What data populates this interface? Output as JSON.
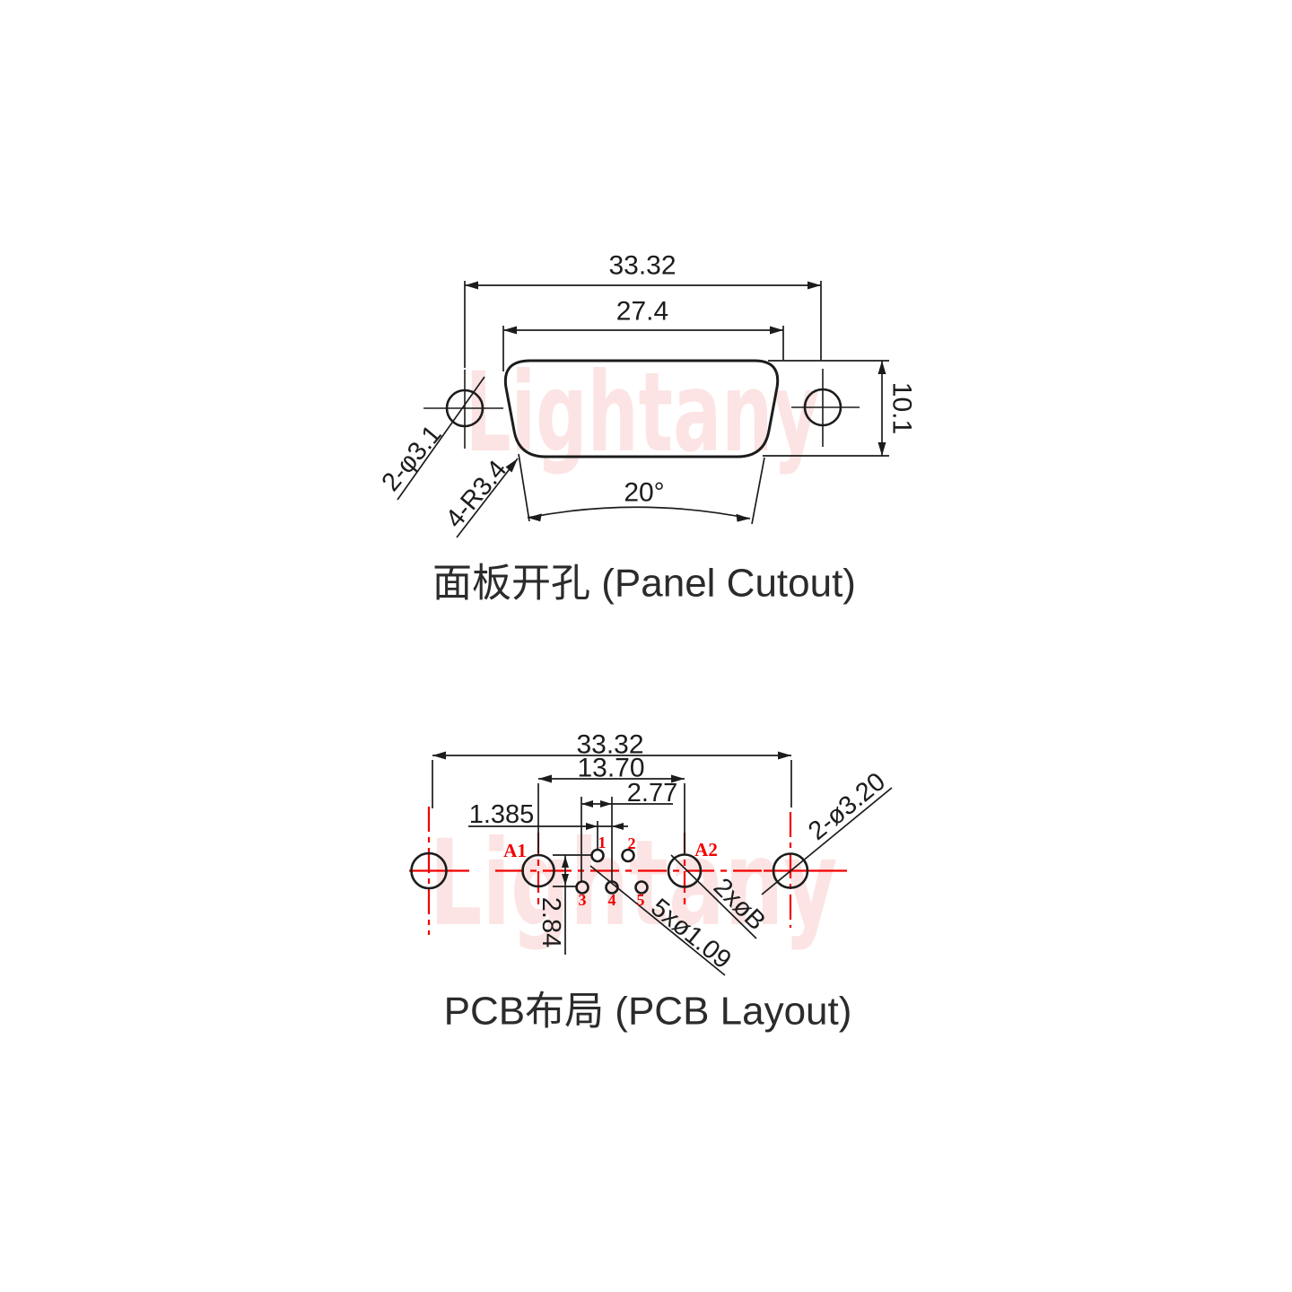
{
  "watermark": {
    "text": "Lightany"
  },
  "panel_cutout": {
    "title": "面板开孔 (Panel Cutout)",
    "dim_overall_width": "33.32",
    "dim_cutout_width": "27.4",
    "dim_flange_height": "10.1",
    "dim_side_angle": "20°",
    "label_mount_holes": "2-φ3.1",
    "label_corner_radius": "4-R3.4"
  },
  "pcb_layout": {
    "title": "PCB布局 (PCB Layout)",
    "dim_overall_width": "33.32",
    "dim_coax_spacing": "13.70",
    "dim_pin_pitch": "2.77",
    "dim_row_offset": "1.385",
    "dim_row_spacing": "2.84",
    "label_signal_holes": "5xø1.09",
    "label_coax_holes": "2xøB",
    "label_mount_holes": "2-ø3.20",
    "coax_labels": {
      "a1": "A1",
      "a2": "A2"
    },
    "pin_labels": [
      "1",
      "2",
      "3",
      "4",
      "5"
    ]
  },
  "colors": {
    "line": "#1c1c1c",
    "red": "#f20000",
    "title_text": "#2b2b2b",
    "watermark_pink": "rgba(228,62,55,0.14)",
    "background": "#ffffff"
  }
}
